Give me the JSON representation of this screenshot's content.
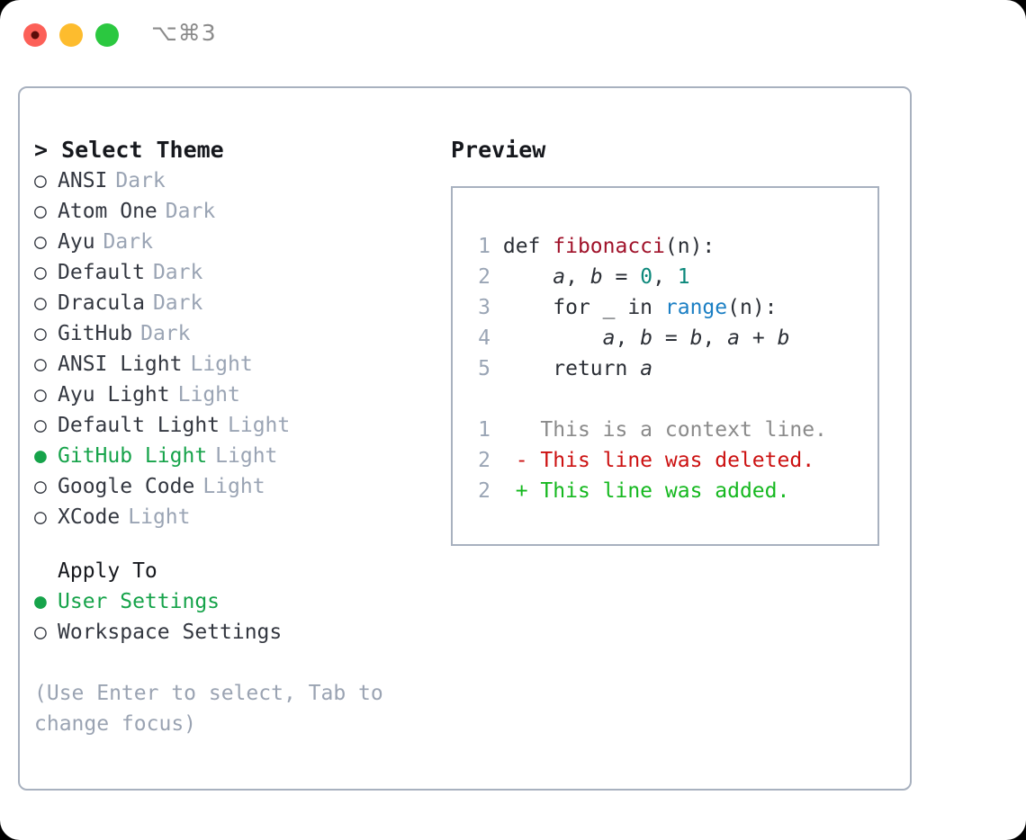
{
  "window": {
    "shortcut": "⌥⌘3",
    "traffic_lights": [
      {
        "name": "close-button",
        "color": "#fc6058"
      },
      {
        "name": "minimize-button",
        "color": "#fdbc2e"
      },
      {
        "name": "maximize-button",
        "color": "#2bc840"
      }
    ]
  },
  "colors": {
    "accent_green": "#16a34a",
    "panel_border": "#a8b1bf",
    "muted_tag": "#9aa4b4",
    "hint": "#9aa3b2",
    "line_number": "#9aa5b5",
    "syntax_function": "#a0122a",
    "syntax_number": "#0c887b",
    "syntax_call": "#1b7fc4",
    "diff_deleted": "#cc1111",
    "diff_added": "#15b81f",
    "diff_context": "#8a8a8a"
  },
  "theme_picker": {
    "title": "Select Theme",
    "caret": "> ",
    "bullet_empty": "○",
    "bullet_filled": "●",
    "items": [
      {
        "label": "ANSI",
        "tag": "Dark",
        "selected": false
      },
      {
        "label": "Atom One",
        "tag": "Dark",
        "selected": false
      },
      {
        "label": "Ayu",
        "tag": "Dark",
        "selected": false
      },
      {
        "label": "Default",
        "tag": "Dark",
        "selected": false
      },
      {
        "label": "Dracula",
        "tag": "Dark",
        "selected": false
      },
      {
        "label": "GitHub",
        "tag": "Dark",
        "selected": false
      },
      {
        "label": "ANSI Light",
        "tag": "Light",
        "selected": false
      },
      {
        "label": "Ayu Light",
        "tag": "Light",
        "selected": false
      },
      {
        "label": "Default Light",
        "tag": "Light",
        "selected": false
      },
      {
        "label": "GitHub Light",
        "tag": "Light",
        "selected": true
      },
      {
        "label": "Google Code",
        "tag": "Light",
        "selected": false
      },
      {
        "label": "XCode",
        "tag": "Light",
        "selected": false
      }
    ]
  },
  "apply_to": {
    "title": "Apply To",
    "options": [
      {
        "label": "User Settings",
        "selected": true
      },
      {
        "label": "Workspace Settings",
        "selected": false
      }
    ]
  },
  "hint": "(Use Enter to select, Tab to change focus)",
  "preview": {
    "title": "Preview",
    "code_lines": [
      {
        "num": "1",
        "tokens": [
          {
            "text": "def ",
            "type": "plain"
          },
          {
            "text": "fibonacci",
            "type": "fn"
          },
          {
            "text": "(n):",
            "type": "plain"
          }
        ]
      },
      {
        "num": "2",
        "tokens": [
          {
            "text": "    ",
            "type": "plain"
          },
          {
            "text": "a",
            "type": "var"
          },
          {
            "text": ", ",
            "type": "plain"
          },
          {
            "text": "b",
            "type": "var"
          },
          {
            "text": " = ",
            "type": "plain"
          },
          {
            "text": "0",
            "type": "num"
          },
          {
            "text": ", ",
            "type": "plain"
          },
          {
            "text": "1",
            "type": "num"
          }
        ]
      },
      {
        "num": "3",
        "tokens": [
          {
            "text": "    for _ in ",
            "type": "plain"
          },
          {
            "text": "range",
            "type": "call"
          },
          {
            "text": "(n):",
            "type": "plain"
          }
        ]
      },
      {
        "num": "4",
        "tokens": [
          {
            "text": "        ",
            "type": "plain"
          },
          {
            "text": "a",
            "type": "var"
          },
          {
            "text": ", ",
            "type": "plain"
          },
          {
            "text": "b",
            "type": "var"
          },
          {
            "text": " = ",
            "type": "plain"
          },
          {
            "text": "b",
            "type": "var"
          },
          {
            "text": ", ",
            "type": "plain"
          },
          {
            "text": "a",
            "type": "var"
          },
          {
            "text": " + ",
            "type": "plain"
          },
          {
            "text": "b",
            "type": "var"
          }
        ]
      },
      {
        "num": "5",
        "tokens": [
          {
            "text": "    return ",
            "type": "plain"
          },
          {
            "text": "a",
            "type": "var"
          }
        ]
      }
    ],
    "diff_lines": [
      {
        "num": "1",
        "marker": "  ",
        "text": "This is a context line.",
        "type": "ctx"
      },
      {
        "num": "2",
        "marker": "- ",
        "text": "This line was deleted.",
        "type": "del"
      },
      {
        "num": "2",
        "marker": "+ ",
        "text": "This line was added.",
        "type": "add"
      }
    ]
  }
}
